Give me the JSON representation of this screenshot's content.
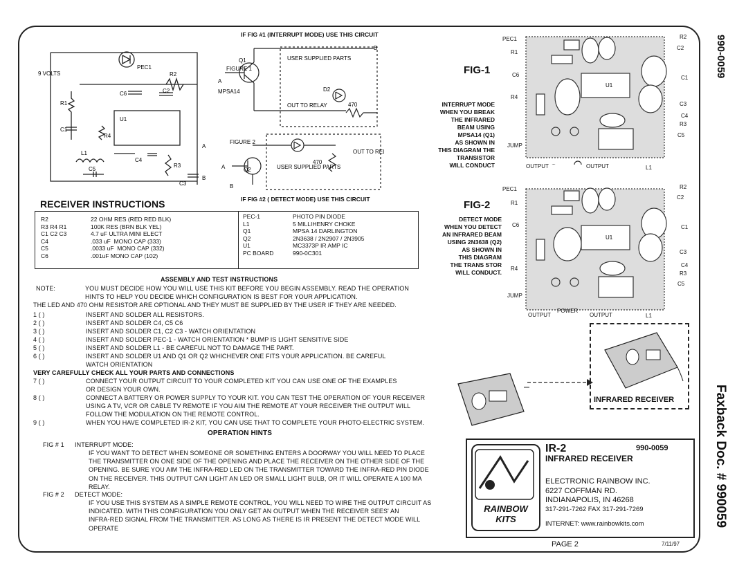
{
  "fig_top_caption": "IF FIG #1  (INTERRUPT MODE) USE THIS CIRCUIT",
  "fig_bottom_caption": "IF FIG #2 ( DETECT MODE) USE THIS CIRCUIT",
  "schematic": {
    "volts": "9 VOLTS",
    "labels": {
      "pec1": "PEC1",
      "r2": "R2",
      "c6": "C6",
      "c2": "C2",
      "r1": "R1",
      "c1": "C1",
      "r4": "R4",
      "u1": "U1",
      "l1": "L1",
      "c4": "C4",
      "r3": "R3",
      "c5": "C5",
      "c3": "C3",
      "a": "A",
      "b": "B"
    },
    "fig1": {
      "figure": "FIGURE 1",
      "q1": "Q1",
      "mpsa14": "MPSA14",
      "user_parts": "USER SUPPLIED PARTS",
      "d2": "D2",
      "out_to_relay": "OUT TO RELAY",
      "r470": "470",
      "a": "A",
      "b": "B"
    },
    "fig2": {
      "figure": "FIGURE 2",
      "q2": "Q2",
      "user_parts": "USER SUPPLIED PARTS",
      "r470": "470",
      "out_to_relay": "OUT TO RELAY",
      "a": "A",
      "b": "B"
    }
  },
  "receiver_instructions": {
    "title": "RECEIVER INSTRUCTIONS",
    "left_refs": [
      "R2",
      "R3 R4 R1",
      "C1 C2 C3",
      "C4",
      "C5",
      "C6"
    ],
    "left_desc": [
      "22 OHM RES (RED RED BLK)",
      "100K RES (BRN BLK YEL)",
      "4.7 uF ULTRA MINI ELECT",
      ".033 uF  MONO CAP (333)",
      ".0033 uF  MONO CAP (332)",
      ".001uF MONO CAP (102)"
    ],
    "right_refs": [
      "PEC-1",
      "L1",
      "Q1",
      "Q2",
      "U1",
      "PC BOARD"
    ],
    "right_desc": [
      "PHOTO PIN DIODE",
      "5 MILLIHENRY CHOKE",
      "MPSA 14 DARLINGTON",
      "2N3638 / 2N2907 / 2N3905",
      "MC3373P IR AMP IC",
      "990-0C301"
    ]
  },
  "assembly": {
    "title": "ASSEMBLY AND TEST INSTRUCTIONS",
    "note_label": "NOTE:",
    "note_lines": [
      "YOU MUST DECIDE HOW YOU WILL USE THIS KIT BEFORE YOU BEGIN ASSEMBLY. READ THE OPERATION",
      "HINTS  TO HELP YOU DECIDE WHICH CONFIGURATION IS BEST FOR YOUR APPLICATION."
    ],
    "led_line": "THE LED AND 470 OHM RESISTOR ARE OPTIONAL AND THEY MUST BE SUPPLIED BY THE USER IF THEY ARE  NEEDED.",
    "steps": [
      {
        "num": "1 (   )",
        "text": "INSERT AND SOLDER ALL RESISTORS."
      },
      {
        "num": "2 (   )",
        "text": "INSERT AND SOLDER C4, C5  C6"
      },
      {
        "num": "3 (   )",
        "text": "INSERT AND SOLDER C1, C2  C3 - WATCH ORIENTATION"
      },
      {
        "num": "4 (   )",
        "text": "INSERT AND SOLDER PEC-1 - WATCH ORIENTATION  * BUMP IS LIGHT SENSITIVE SIDE"
      },
      {
        "num": "5 (   )",
        "text": "INSERT AND SOLDER L1 - BE CAREFUL NOT TO DAMAGE THE PART."
      },
      {
        "num": "6 (   )",
        "text": "INSERT AND SOLDER U1 AND Q1 OR Q2 WHICHEVER ONE FITS YOUR APPLICATION.  BE CAREFUL"
      },
      {
        "num": "",
        "text": "WATCH ORIENTATION"
      }
    ],
    "check_line": "VERY CAREFULLY CHECK ALL YOUR PARTS AND CONNECTIONS",
    "steps2": [
      {
        "num": "7 (   )",
        "text": "CONNECT YOUR OUTPUT CIRCUIT TO YOUR COMPLETED KIT YOU CAN USE ONE OF THE EXAMPLES"
      },
      {
        "num": "",
        "text": "OR DESIGN YOUR OWN."
      },
      {
        "num": "8 (   )",
        "text": "CONNECT A BATTERY OR POWER SUPPLY TO YOUR KIT. YOU CAN TEST THE OPERATION OF YOUR RECEIVER"
      },
      {
        "num": "",
        "text": "USING  A TV, VCR OR CABLE  TV REMOTE IF YOU AIM THE REMOTE AT YOUR RECEIVER THE OUTPUT WILL"
      },
      {
        "num": "",
        "text": "FOLLOW THE MODULATION ON THE REMOTE CONTROL."
      },
      {
        "num": "9 (   )",
        "text": "WHEN YOU HAVE COMPLETED IR-2 KIT, YOU CAN USE THAT TO COMPLETE YOUR PHOTO-ELECTRIC SYSTEM."
      }
    ]
  },
  "operation": {
    "title": "OPERATION HINTS",
    "fig1_label": "FIG # 1",
    "fig1_mode": "INTERRUPT MODE:",
    "fig1_lines": [
      "IF YOU WANT TO DETECT WHEN SOMEONE OR SOMETHING ENTERS A DOORWAY YOU WILL NEED TO PLACE",
      "THE TRANSMITTER ON ONE SIDE OF THE OPENING AND PLACE THE RECEIVER ON THE OTHER SIDE OF THE",
      "OPENING.  BE SURE YOU AIM THE INFRA-RED LED ON THE TRANSMITTER TOWARD THE INFRA-RED PIN DIODE",
      "ON THE RECEIVER.  THIS OUTPUT CAN LIGHT AN LED OR SMALL  LIGHT BULB, OR IT WILL OPERATE A 100 MA",
      "RELAY."
    ],
    "fig2_label": "FIG # 2",
    "fig2_mode": "DETECT MODE:",
    "fig2_lines": [
      "IF YOU USE THIS SYSTEM AS A SIMPLE REMOTE CONTROL, YOU WILL NEED TO WIRE THE OUTPUT CIRCUIT AS",
      "INDICATED.  WITH THIS CONFIGURATION YOU ONLY GET AN OUTPUT WHEN THE RECEIVER  SEES' AN",
      "INFRA-RED SIGNAL FROM THE TRANSMITTER. AS LONG AS THERE IS IR PRESENT THE DETECT MODE WILL",
      "OPERATE"
    ]
  },
  "fig1": {
    "title": "FIG-1",
    "desc": [
      "INTERRUPT MODE",
      "WHEN YOU BREAK",
      "THE INFRARED",
      "BEAM USING",
      "MPSA14 (Q1)",
      "AS SHOWN IN",
      "THIS DIAGRAM THE",
      "TRANSISTOR",
      "WILL CONDUCT"
    ],
    "labels": {
      "pec1": "PEC1",
      "r1": "R1",
      "c6": "C6",
      "r4": "R4",
      "jump": "JUMP",
      "output": "OUTPUT",
      "output2": "OUTPUT",
      "r2": "R2",
      "c2": "C2",
      "c1": "C1",
      "c3": "C3",
      "c4": "C4",
      "r3": "R3",
      "c5": "C5",
      "l1": "L1",
      "u1": "U1"
    }
  },
  "fig2": {
    "title": "FIG-2",
    "desc": [
      "DETECT MODE",
      "WHEN YOU DETECT",
      "AN INFRARED BEAM",
      "USING 2N3638 (Q2)",
      "AS SHOWN IN",
      "THIS DIAGRAM",
      "THE TRANS STOR",
      "WILL CONDUCT."
    ],
    "labels": {
      "pec1": "PEC1",
      "r1": "R1",
      "c6": "C6",
      "r4": "R4",
      "jump": "JUMP",
      "output": "OUTPUT",
      "power": "POWER",
      "output2": "OUTPUT",
      "r2": "R2",
      "c2": "C2",
      "c1": "C1",
      "c3": "C3",
      "c4": "C4",
      "r3": "R3",
      "c5": "C5",
      "l1": "L1",
      "u1": "U1"
    }
  },
  "infrared_receiver_label": "INFRARED RECEIVER",
  "info": {
    "model": "IR-2",
    "part": "990-0059",
    "name": "INFRARED RECEIVER",
    "company": "ELECTRONIC RAINBOW INC.",
    "street": "6227 COFFMAN RD.",
    "city": "INDIANAPOLIS, IN 46268",
    "phone": "317-291-7262   FAX 317-291-7269",
    "internet": "INTERNET: www.rainbowkits.com",
    "logo_text": "RAINBOW KITS"
  },
  "footer": {
    "page": "PAGE 2",
    "date": "7/11/97"
  },
  "side_top": "990-0059",
  "side_bottom": "Faxback Doc. # 990059"
}
